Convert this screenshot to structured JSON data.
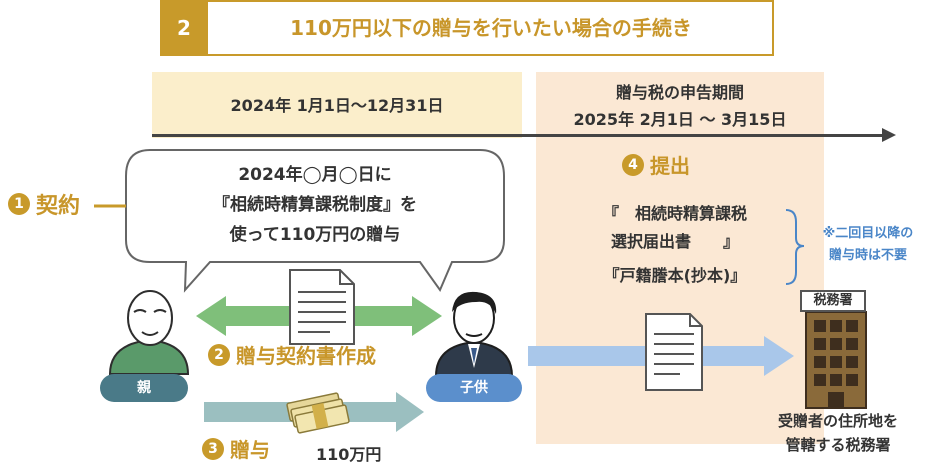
{
  "header": {
    "number": "2",
    "title": "110万円以下の贈与を行いたい場合の手続き"
  },
  "periods": {
    "gift_period": "2024年 1月1日～12月31日",
    "filing_title": "贈与税の申告期間",
    "filing_dates": "2025年 2月1日 〜 3月15日"
  },
  "bubble": {
    "line1": "2024年◯月◯日に",
    "line2": "『相続時精算課税制度』を",
    "line3": "使って110万円の贈与"
  },
  "steps": {
    "s1": {
      "num": "1",
      "label": "契約"
    },
    "s2": {
      "num": "2",
      "label": "贈与契約書作成"
    },
    "s3": {
      "num": "3",
      "label": "贈与"
    },
    "s4": {
      "num": "4",
      "label": "提出"
    }
  },
  "amount": "110万円",
  "people": {
    "parent": "親",
    "child": "子供"
  },
  "documents": {
    "line1": "『　相続時精算課税",
    "line2": "選択届出書　　』",
    "line3": "『戸籍謄本(抄本)』",
    "note_line1": "※二回目以降の",
    "note_line2": "贈与時は不要"
  },
  "office": {
    "sign": "税務署",
    "label_line1": "受贈者の住所地を",
    "label_line2": "管轄する税務署"
  },
  "colors": {
    "gold": "#c89a2a",
    "green_arrow": "#7fbf7a",
    "blue_arrow": "#a9c7ea",
    "teal_arrow": "#9bbfc0",
    "band_left": "#fbeecb",
    "band_right": "#fbe8d4"
  },
  "icons": [
    "document-icon",
    "money-icon",
    "building-icon",
    "parent-avatar",
    "child-avatar"
  ]
}
